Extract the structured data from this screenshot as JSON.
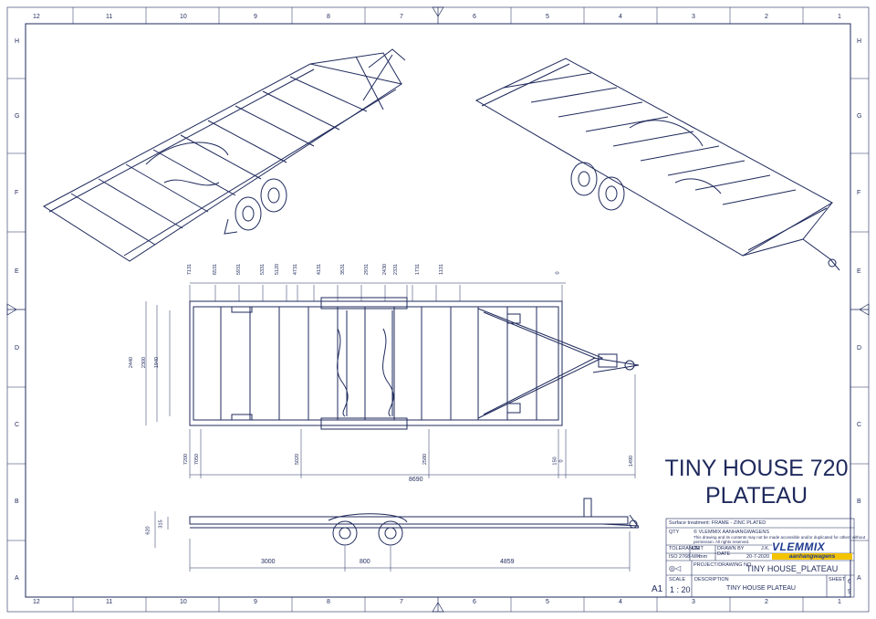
{
  "border": {
    "top_cols": [
      "12",
      "11",
      "10",
      "9",
      "8",
      "7",
      "6",
      "5",
      "4",
      "3",
      "2",
      "1"
    ],
    "bottom_cols": [
      "12",
      "11",
      "10",
      "9",
      "8",
      "7",
      "6",
      "5",
      "4",
      "3",
      "2",
      "1"
    ],
    "rows": [
      "H",
      "G",
      "F",
      "E",
      "D",
      "C",
      "B",
      "A"
    ]
  },
  "title": {
    "line1": "TINY HOUSE 720",
    "line2": "PLATEAU"
  },
  "dimensions": {
    "top_ticks": [
      "7131",
      "6531",
      "5931",
      "5331",
      "5120",
      "4731",
      "4131",
      "3531",
      "2931",
      "2430",
      "2331",
      "1731",
      "1131",
      "0"
    ],
    "bottom_ticks": [
      "7200",
      "7050",
      "5020",
      "2580",
      "150",
      "0",
      "1490"
    ],
    "overall_length": "8690",
    "width_outer": "2440",
    "width_mid": "2300",
    "width_inner": "1940",
    "side_height_total": "620",
    "side_height_deck": "315",
    "side_seg_1": "3000",
    "side_seg_2": "800",
    "side_seg_3": "4859"
  },
  "title_block": {
    "surface_treatment": "Surface treatment: FRAME - ZINC PLATED",
    "qty_label": "QTY",
    "copyright": "© VLEMMIX AANHANGWAGENS",
    "notice_1": "This drawing and its contents may not be made accessible and/or duplicated for others without",
    "notice_2": "permission. All rights reserved.",
    "tolerance_label": "TOLERANCE",
    "unit_label": "UNIT",
    "drawn_by_label": "DRAWN BY",
    "drawn_by": "J.K.",
    "iso_label": "ISO 2768-M/K",
    "unit": "mm",
    "date_label": "DATE",
    "date": "20-7-2020",
    "project_label": "PROJECT/DRAWING NO.",
    "project_no": "TINY HOUSE_PLATEAU",
    "scale_label": "SCALE",
    "scale": "1 : 20",
    "description_label": "DESCRIPTION",
    "description": "TINY HOUSE PLATEAU",
    "sheet_label": "SHEET",
    "sheet_no": "6",
    "sheet_total": "9",
    "format": "A1",
    "logo_top": "VLEMMIX",
    "logo_bottom": "aanhangwagens"
  },
  "colors": {
    "line": "#1f2a5c",
    "logo_blue": "#1f3a8f",
    "logo_yellow": "#f3c300"
  }
}
